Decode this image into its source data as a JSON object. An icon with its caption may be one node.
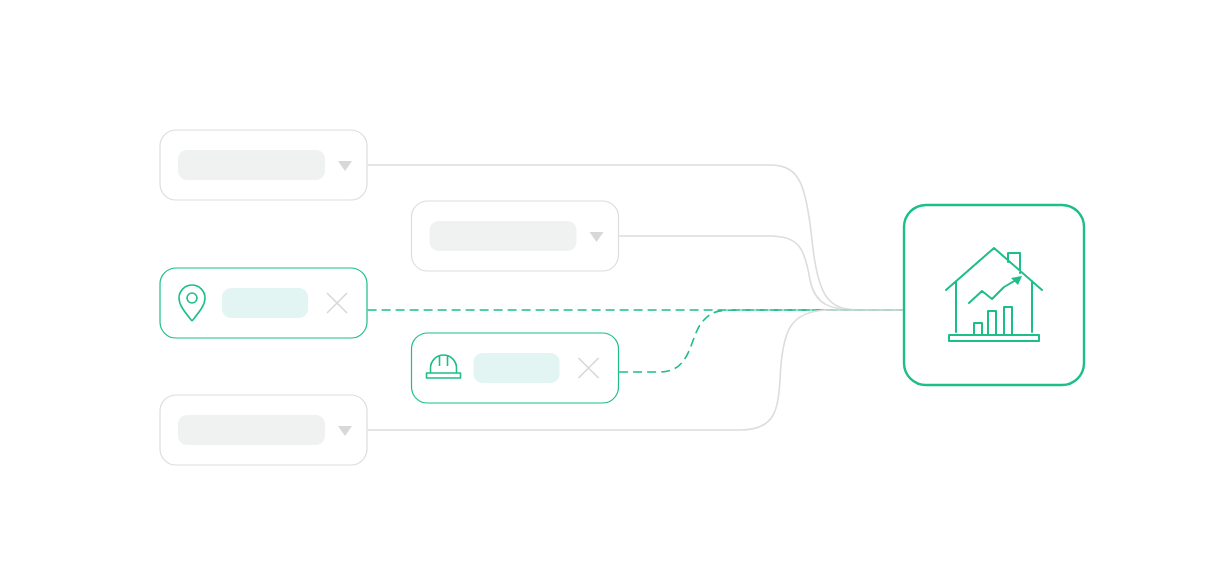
{
  "diagram": {
    "nodes": [
      {
        "text": [],
        "shape": "box"
      },
      {
        "text": [],
        "shape": "box"
      },
      {
        "text": [],
        "shape": "box"
      },
      {
        "text": [],
        "shape": "box"
      },
      {
        "text": [],
        "shape": "box"
      },
      {
        "text": [],
        "shape": "box"
      }
    ],
    "edges": [
      {
        "from": 0,
        "to": 5,
        "arrow": "none"
      },
      {
        "from": 1,
        "to": 5,
        "arrow": "none"
      },
      {
        "from": 2,
        "to": 5,
        "arrow": "none",
        "style": "dashed",
        "color": "#1dbf86"
      },
      {
        "from": 3,
        "to": 5,
        "arrow": "none",
        "style": "dashed",
        "color": "#1dbf86"
      },
      {
        "from": 4,
        "to": 5,
        "arrow": "none"
      }
    ]
  }
}
